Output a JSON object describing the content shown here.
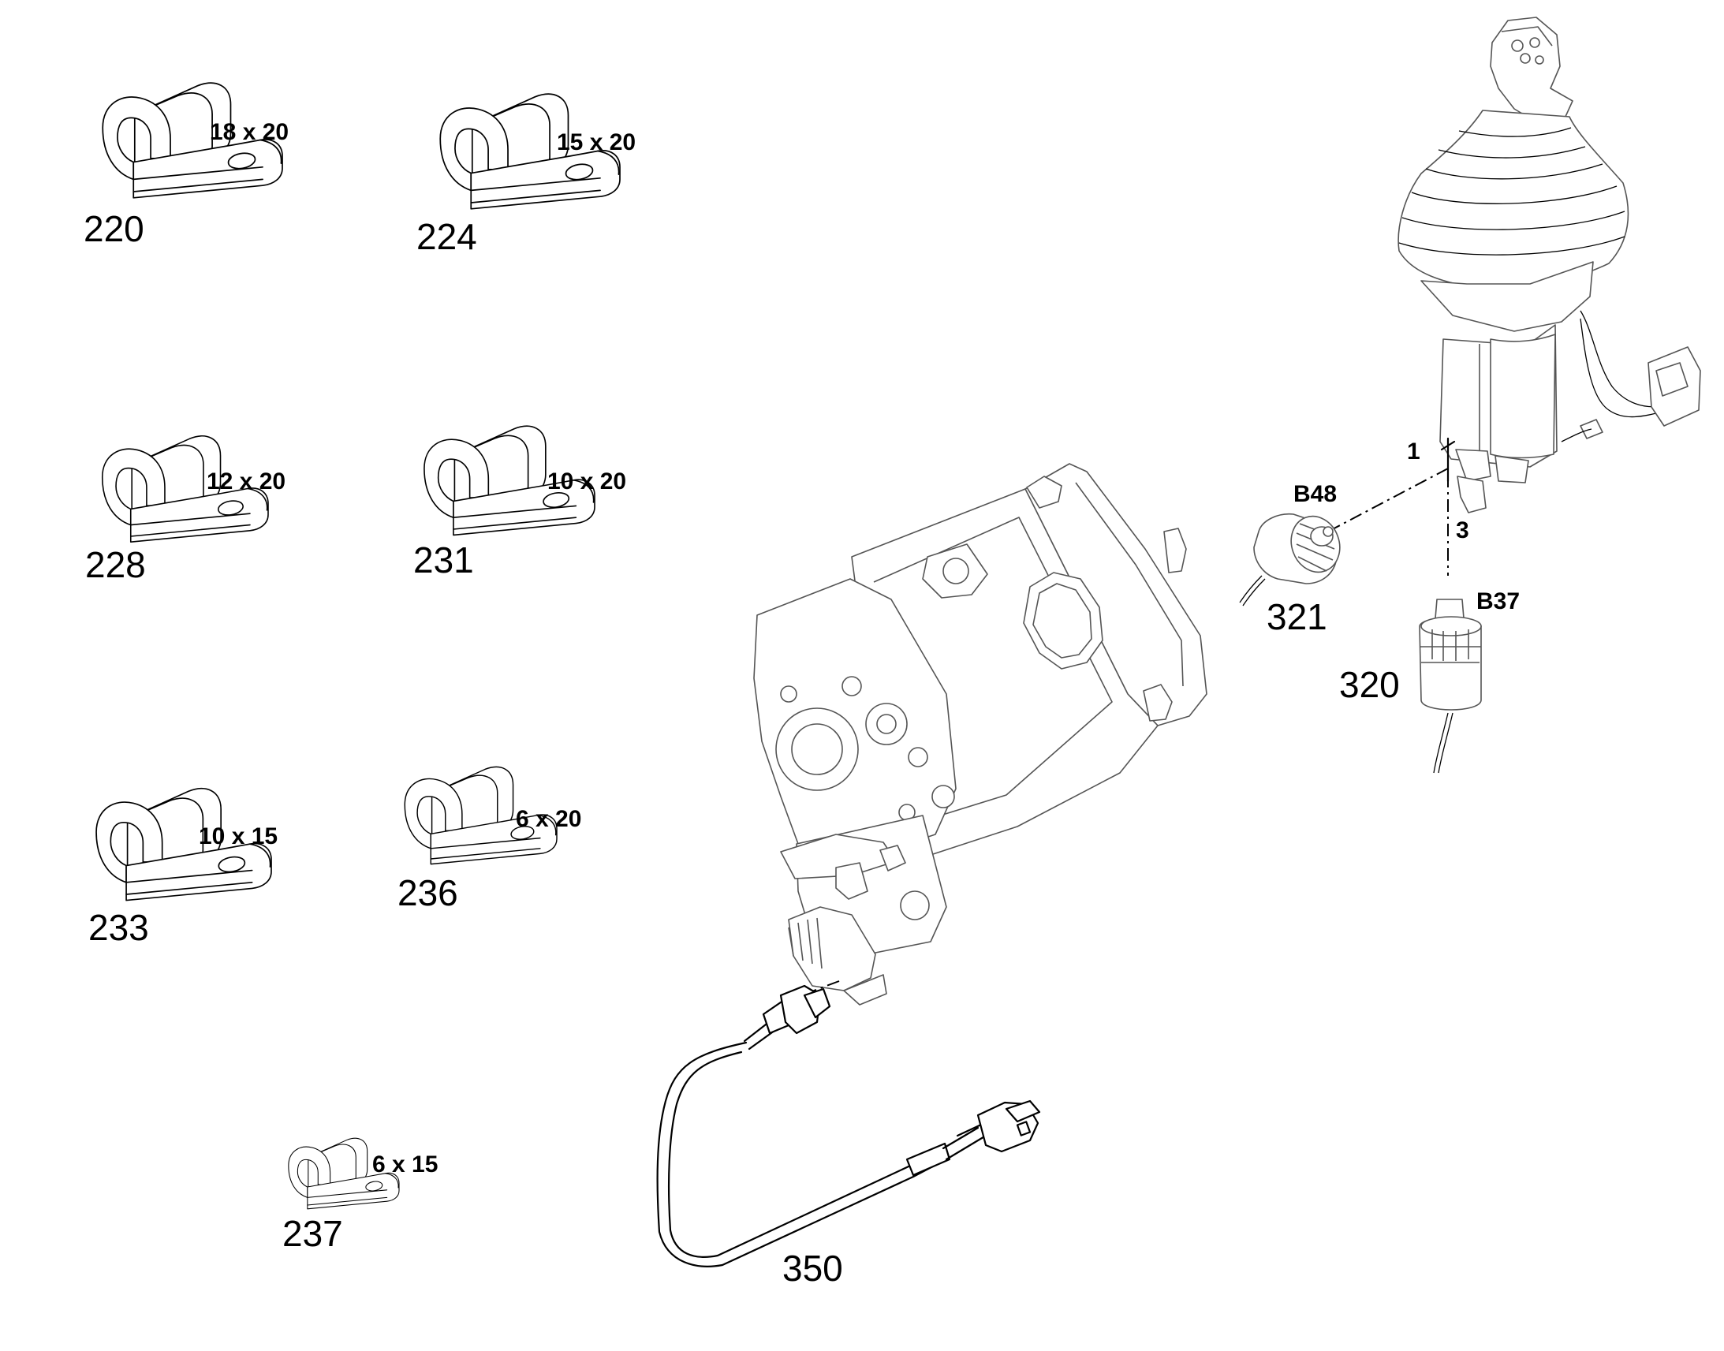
{
  "clamps": [
    {
      "number": "220",
      "size": "18 x 20"
    },
    {
      "number": "224",
      "size": "15 x 20"
    },
    {
      "number": "228",
      "size": "12 x 20"
    },
    {
      "number": "231",
      "size": "10 x 20"
    },
    {
      "number": "233",
      "size": "10 x 15"
    },
    {
      "number": "236",
      "size": "6 x 20"
    },
    {
      "number": "237",
      "size": "6 x 15"
    }
  ],
  "parts": {
    "sensor_b48": {
      "number": "321",
      "tag": "B48"
    },
    "sensor_b37": {
      "number": "320",
      "tag": "B37"
    },
    "cable": {
      "number": "350"
    }
  },
  "leader_labels": {
    "port_1": "1",
    "port_3": "3"
  }
}
